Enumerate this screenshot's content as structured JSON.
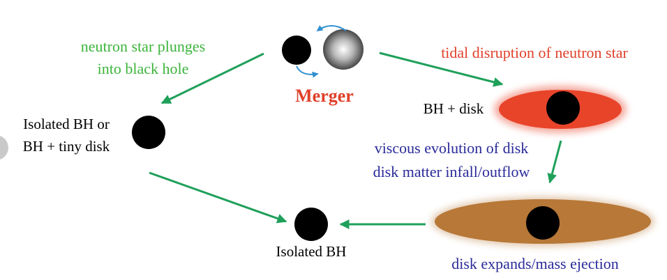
{
  "labels": {
    "plunge_line1": "neutron star plunges",
    "plunge_line2": "into black hole",
    "merger": "Merger",
    "tidal": "tidal disruption of neutron star",
    "bh_disk": "BH + disk",
    "isolated_or_line1": "Isolated BH or",
    "isolated_or_line2": "BH + tiny disk",
    "viscous_line1": "viscous evolution of disk",
    "viscous_line2": "disk matter infall/outflow",
    "expands": "disk expands/mass ejection",
    "isolated_bh": "Isolated BH"
  },
  "colors": {
    "green_text": "#3cb43c",
    "red_text": "#e0402a",
    "blue_text": "#2a2a9a",
    "arrow": "#1fa05a",
    "rotation_arrow": "#2f8fd0",
    "red_disk": "#e8442a",
    "brown_disk": "#b87838"
  }
}
